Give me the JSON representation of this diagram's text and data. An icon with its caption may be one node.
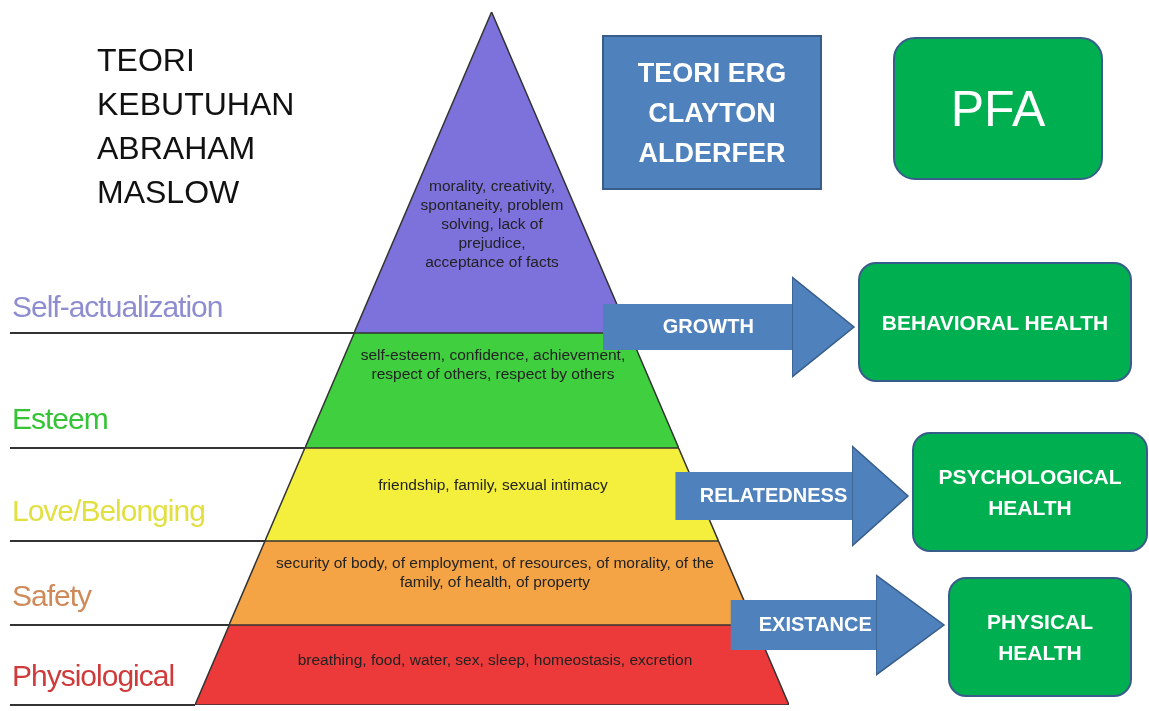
{
  "diagram": {
    "title": "TEORI KEBUTUHAN ABRAHAM MASLOW",
    "nodes": [
      {
        "text": [
          "morality, creativity, spontaneity, problem solving, lack of prejudice, acceptance of facts"
        ]
      },
      {
        "text": [
          "self-esteem, confidence, achievement, respect of others, respect by others"
        ]
      },
      {
        "text": [
          "friendship, family, sexual intimacy"
        ]
      },
      {
        "text": [
          "security of body, of employment, of resources, of morality, of the family, of health, of property"
        ]
      },
      {
        "text": [
          "breathing, food, water, sex, sleep, homeostasis, excretion"
        ]
      },
      {
        "text": [
          "TEORI ERG CLAYTON ALDERFER"
        ]
      },
      {
        "text": [
          "PFA"
        ]
      },
      {
        "text": [
          "BEHAVIORAL HEALTH"
        ]
      },
      {
        "text": [
          "PSYCHOLOGICAL HEALTH"
        ]
      },
      {
        "text": [
          "PHYSICAL HEALTH"
        ]
      }
    ],
    "edges": [
      {
        "from": 0,
        "to": 7,
        "arrow": "to",
        "label": "GROWTH"
      },
      {
        "from": 2,
        "to": 8,
        "arrow": "to",
        "label": "RELATEDNESS"
      },
      {
        "from": 3,
        "to": 9,
        "arrow": "to",
        "label": "EXISTANCE"
      }
    ],
    "labels": [
      "Self-actualization",
      "Esteem",
      "Love/Belonging",
      "Safety",
      "Physiological"
    ]
  }
}
